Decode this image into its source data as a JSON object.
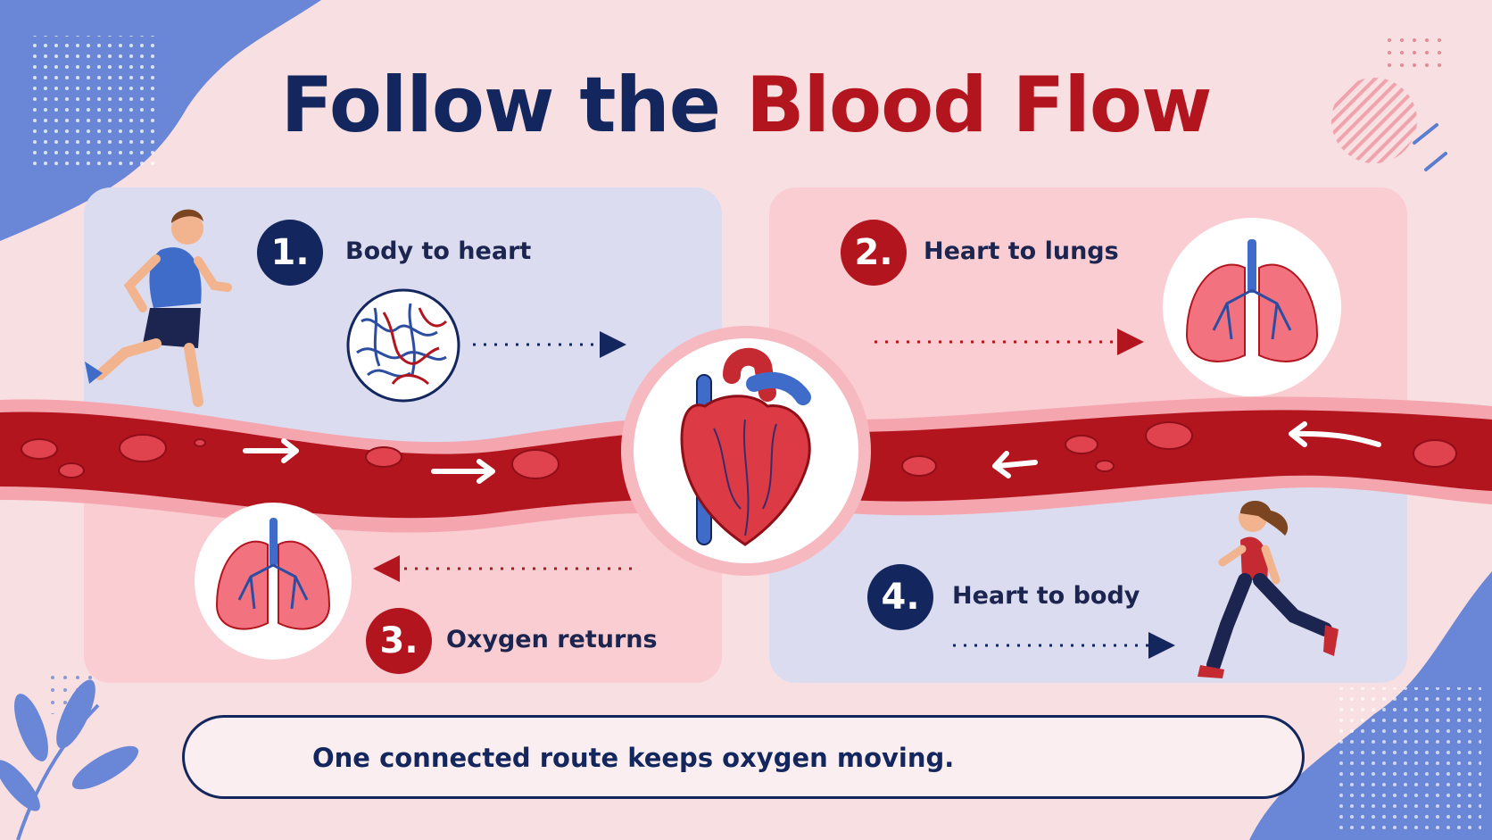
{
  "title": {
    "part1": "Follow the",
    "part2": "Blood Flow"
  },
  "steps": [
    {
      "number": "1.",
      "label": "Body to heart"
    },
    {
      "number": "2.",
      "label": "Heart to lungs"
    },
    {
      "number": "3.",
      "label": "Oxygen returns"
    },
    {
      "number": "4.",
      "label": "Heart to body"
    }
  ],
  "footer": {
    "text": "One connected route keeps oxygen moving."
  },
  "colors": {
    "navy": "#13275e",
    "red": "#b3151f",
    "blue_panel": "#dcdcf0",
    "pink_panel": "#f9cdd2",
    "accent_blue": "#5b7dd0"
  }
}
